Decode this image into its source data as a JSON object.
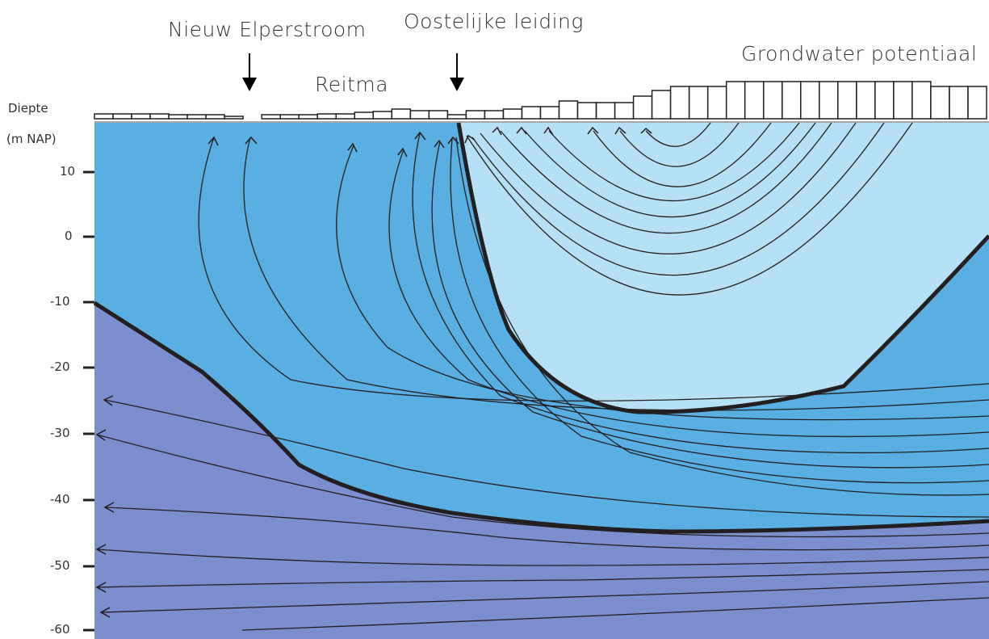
{
  "labels": {
    "stream": "Nieuw Elperstroom",
    "eastern": "Oostelijke leiding",
    "reitma": "Reitma",
    "potential": "Grondwater potentiaal",
    "depth_title": "Diepte",
    "depth_unit": "(m NAP)"
  },
  "depth_ticks": [
    "10",
    "0",
    "-10",
    "-20",
    "-30",
    "-40",
    "-50",
    "-60"
  ],
  "colors": {
    "layer_top": "#5aafe2",
    "layer_light": "#b5e0f5",
    "layer_deep": "#7b8fcf",
    "boundary": "#231f20"
  },
  "potential_bar_heights": [
    6,
    6,
    6,
    6,
    5,
    5,
    5,
    3,
    0,
    5,
    5,
    5,
    6,
    6,
    8,
    9,
    12,
    10,
    10,
    5,
    10,
    10,
    12,
    15,
    15,
    22,
    20,
    20,
    20,
    28,
    35,
    40,
    40,
    40,
    46,
    46,
    46,
    46,
    46,
    46,
    46,
    46,
    46,
    46,
    46,
    40,
    40,
    40
  ]
}
